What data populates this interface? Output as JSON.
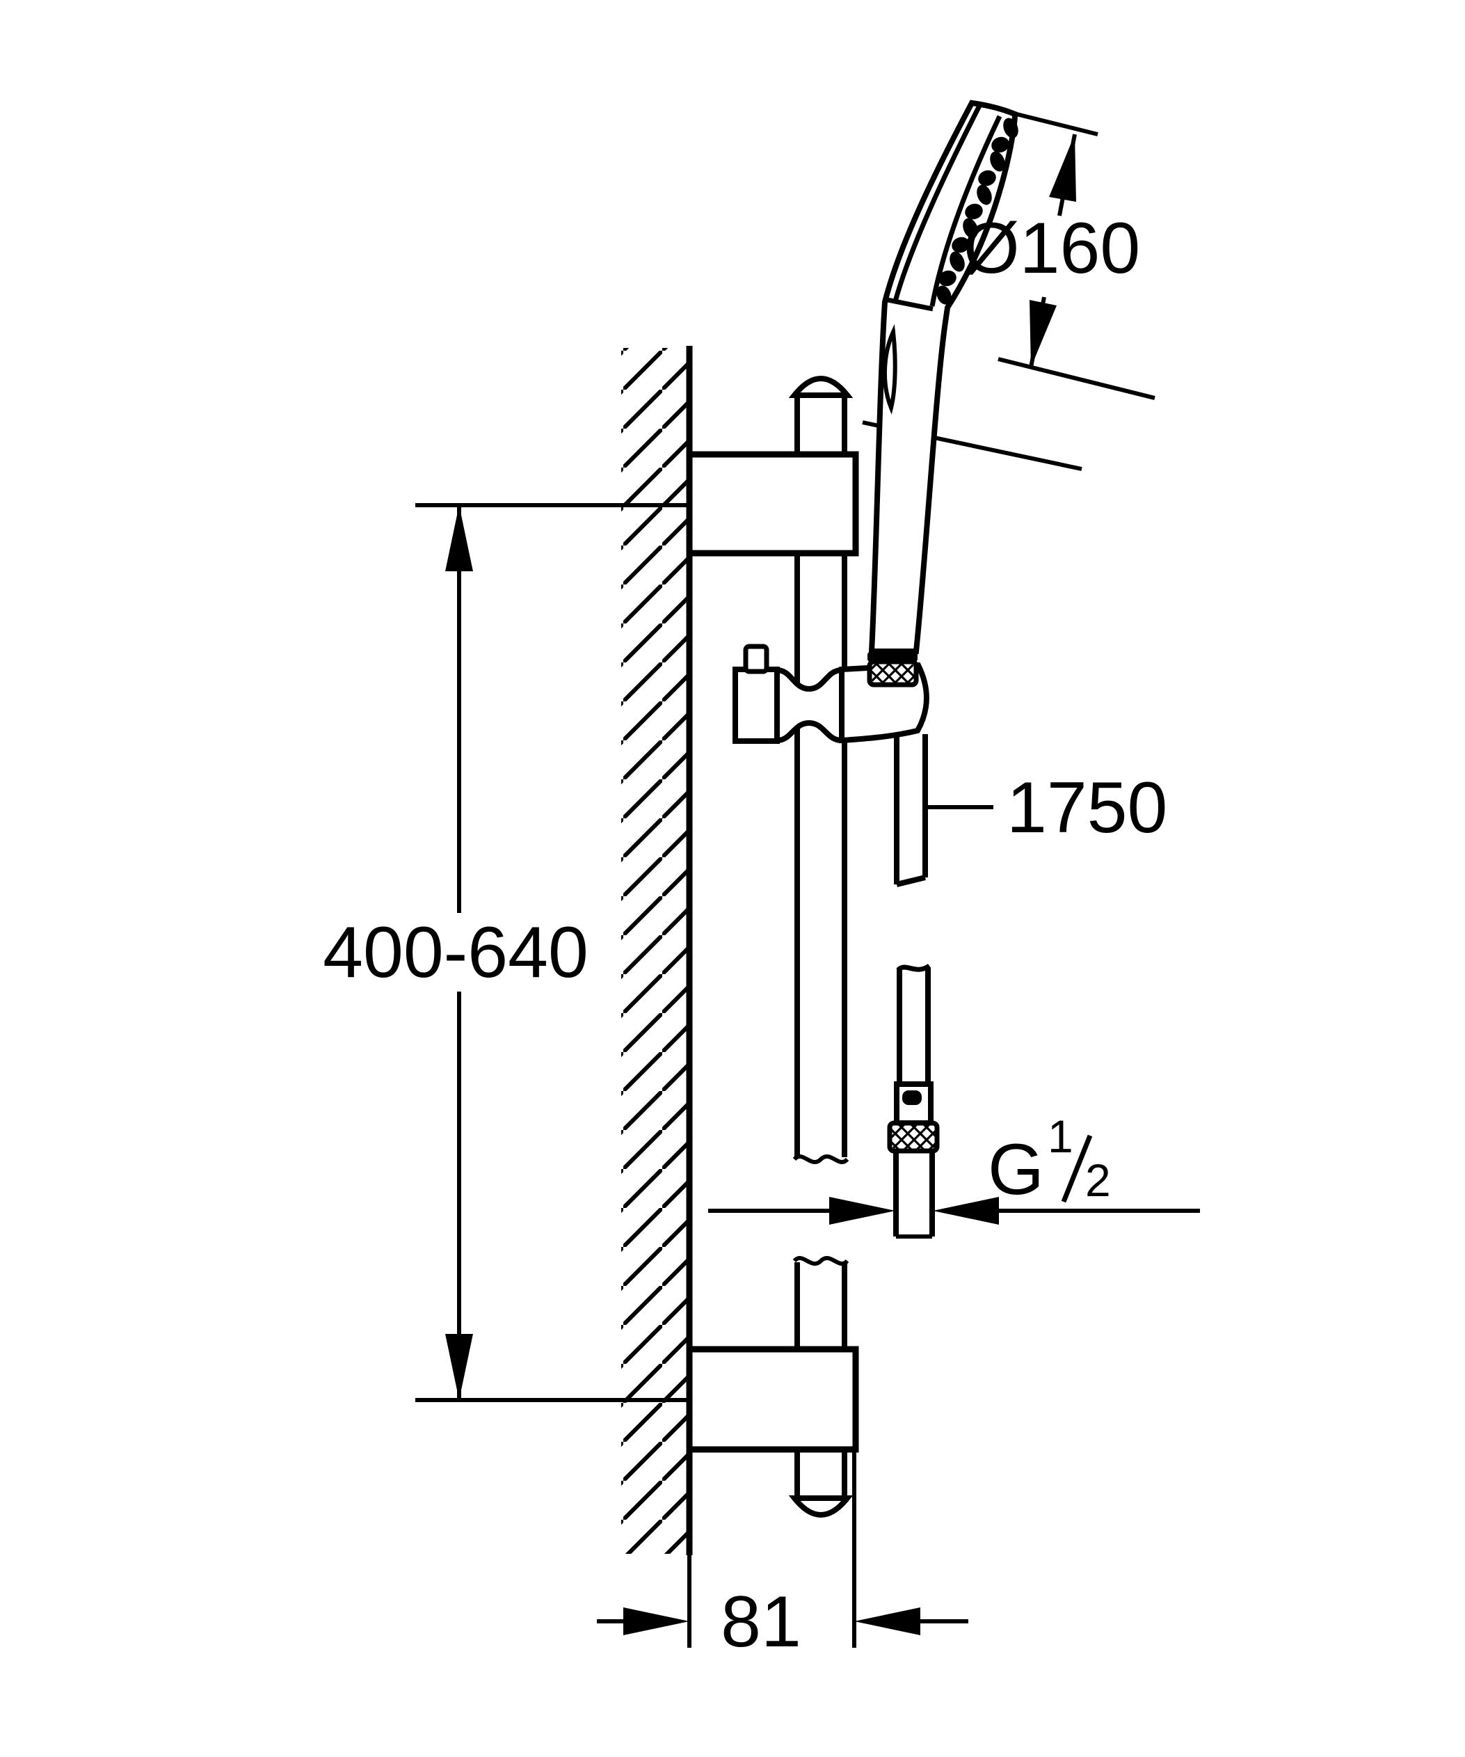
{
  "drawing": {
    "type": "technical-dimension-drawing",
    "subject": "shower-rail-set-side-view",
    "background_color": "#ffffff",
    "line_color": "#000000",
    "labels": {
      "head_diameter": "Ø160",
      "hose_length": "1750",
      "rail_height_range": "400-640",
      "thread_letter": "G",
      "thread_numerator": "1",
      "thread_denominator": "2",
      "wall_distance": "81"
    }
  }
}
